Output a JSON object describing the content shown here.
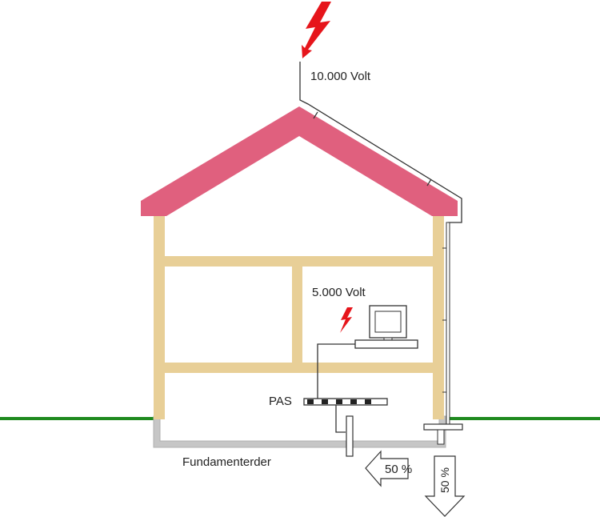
{
  "labels": {
    "high_voltage": "10.000 Volt",
    "device_voltage": "5.000 Volt",
    "pas": "PAS",
    "foundation": "Fundamenterder",
    "left_share": "50 %",
    "down_share": "50 %"
  },
  "colors": {
    "roof": "#e0607e",
    "wall": "#e8cf97",
    "ground_line": "#1f8a1f",
    "foundation": "#c6c6c6",
    "lightning": "#e6151b",
    "conductor": "#333333"
  },
  "icons": [
    "lightning-bolt-icon",
    "computer-icon"
  ]
}
